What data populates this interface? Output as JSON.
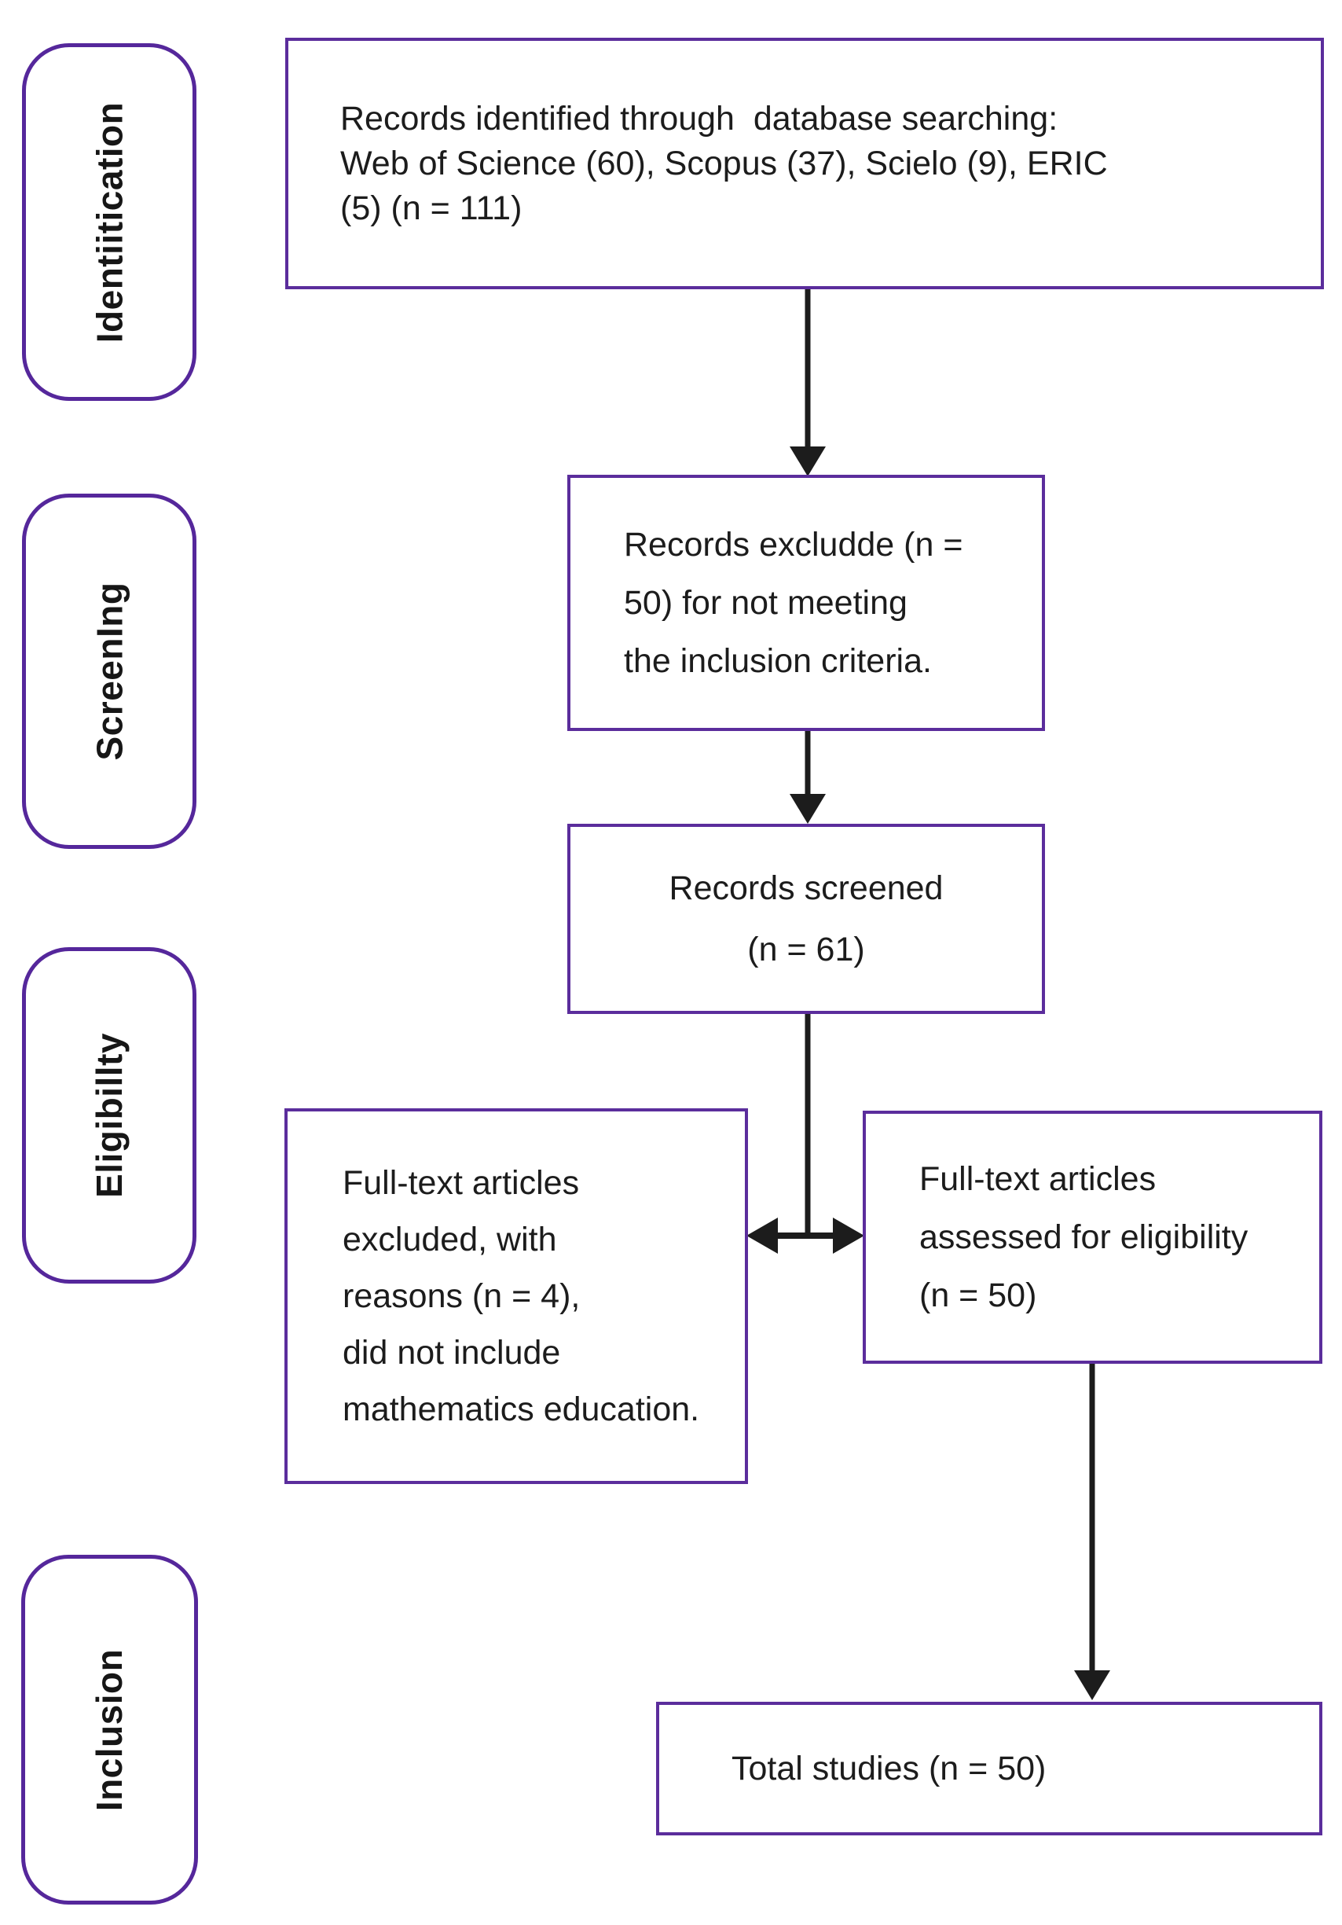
{
  "stages": [
    {
      "label": "Identiitication"
    },
    {
      "label": "ScreenIng"
    },
    {
      "label": "Eligibillty"
    },
    {
      "label": "Inclusion"
    }
  ],
  "boxes": {
    "records_identified": "Records identified through  database searching:\nWeb of Science (60), Scopus (37), Scielo (9), ERIC\n(5) (n = 111)",
    "records_excluded": "Records excludde (n =\n50) for not meeting\nthe inclusion criteria.",
    "records_screened": "Records screened\n(n = 61)",
    "fulltext_excluded": "Full-text articles\nexcluded, with\nreasons (n = 4),\ndid not include\nmathematics education.",
    "fulltext_assessed": "Full-text articles\nassessed for eligibility\n(n = 50)",
    "total_studies": "Total studies (n = 50)"
  },
  "colors": {
    "box_border": "#5b2d9c",
    "label_border": "#55279b",
    "arrow": "#1c1c1c",
    "text": "#1c1c1c"
  }
}
